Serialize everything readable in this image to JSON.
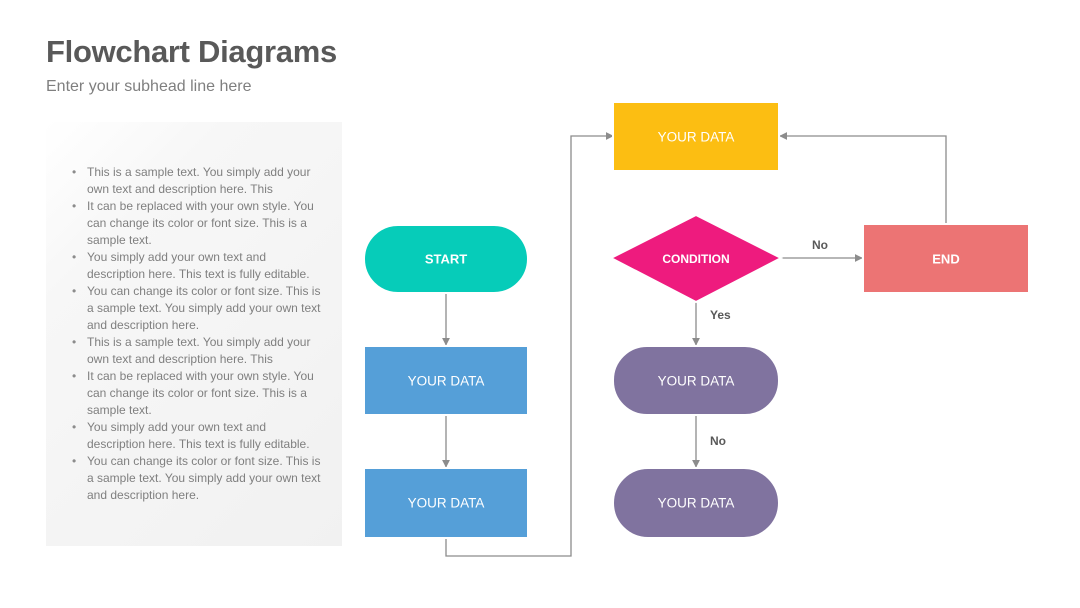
{
  "slide": {
    "title": "Flowchart Diagrams",
    "subtitle": "Enter your subhead line here"
  },
  "text_panel": {
    "bullets": [
      "This is a sample text. You simply add your own text and description here. This",
      "It can be replaced with your own style. You can change its color or font size. This is a sample text.",
      "You simply add your own text and description here. This text is fully editable.",
      "You can change its color or font size. This is a sample text. You simply add your own text and description here.",
      "This is a sample text. You simply add your own text and description here. This",
      "It can be replaced with your own style. You can change its color or font size. This is a sample text.",
      "You simply add your own text and description here. This text is fully editable.",
      "You can change its color or font size. This is a sample text. You simply add your own text and description here."
    ]
  },
  "flowchart": {
    "nodes": {
      "start": {
        "label": "START",
        "shape": "terminal",
        "color": "#06CCB9"
      },
      "data_1": {
        "label": "YOUR DATA",
        "shape": "process",
        "color": "#559FD8"
      },
      "data_2": {
        "label": "YOUR DATA",
        "shape": "process",
        "color": "#559FD8"
      },
      "data_top": {
        "label": "YOUR DATA",
        "shape": "process",
        "color": "#FCBE12"
      },
      "condition": {
        "label": "CONDITION",
        "shape": "decision",
        "color": "#EE1B7E"
      },
      "end": {
        "label": "END",
        "shape": "process",
        "color": "#EC7474"
      },
      "data_purple_1": {
        "label": "YOUR DATA",
        "shape": "terminal",
        "color": "#80739F"
      },
      "data_purple_2": {
        "label": "YOUR DATA",
        "shape": "terminal",
        "color": "#80739F"
      }
    },
    "edges": [
      {
        "from": "start",
        "to": "data_1",
        "label": ""
      },
      {
        "from": "data_1",
        "to": "data_2",
        "label": ""
      },
      {
        "from": "data_2",
        "to": "data_top",
        "label": ""
      },
      {
        "from": "condition",
        "to": "end",
        "label": "No"
      },
      {
        "from": "end",
        "to": "data_top",
        "label": ""
      },
      {
        "from": "condition",
        "to": "data_purple_1",
        "label": "Yes"
      },
      {
        "from": "data_purple_1",
        "to": "data_purple_2",
        "label": "No"
      }
    ],
    "edge_color": "#8C8C8C"
  }
}
